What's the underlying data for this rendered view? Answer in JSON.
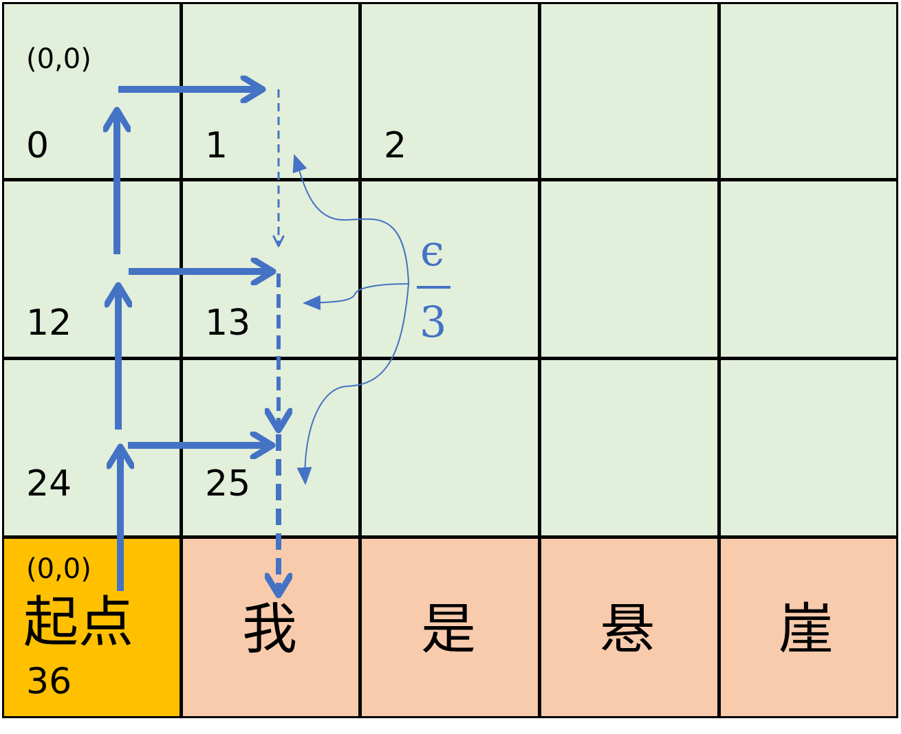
{
  "colors": {
    "grid_cell": "#e2efda",
    "cliff_cell": "#f8cbad",
    "start_cell": "#ffc000",
    "grid_line": "#000000",
    "arrow": "#4472c4",
    "text": "#000000"
  },
  "grid": {
    "rows": 4,
    "cols": 5
  },
  "cells": [
    {
      "row": 0,
      "col": 0,
      "number": "0",
      "coord": "(0,0)"
    },
    {
      "row": 0,
      "col": 1,
      "number": "1"
    },
    {
      "row": 0,
      "col": 2,
      "number": "2"
    },
    {
      "row": 1,
      "col": 0,
      "number": "12"
    },
    {
      "row": 1,
      "col": 1,
      "number": "13"
    },
    {
      "row": 2,
      "col": 0,
      "number": "24"
    },
    {
      "row": 2,
      "col": 1,
      "number": "25"
    },
    {
      "row": 3,
      "col": 0,
      "kind": "start",
      "coord": "(0,0)",
      "label": "起点",
      "number": "36"
    },
    {
      "row": 3,
      "col": 1,
      "kind": "cliff",
      "label": "我"
    },
    {
      "row": 3,
      "col": 2,
      "kind": "cliff",
      "label": "是"
    },
    {
      "row": 3,
      "col": 3,
      "kind": "cliff",
      "label": "悬"
    },
    {
      "row": 3,
      "col": 4,
      "kind": "cliff",
      "label": "崖"
    }
  ],
  "annotation": {
    "numerator": "ϵ",
    "denominator": "3"
  }
}
